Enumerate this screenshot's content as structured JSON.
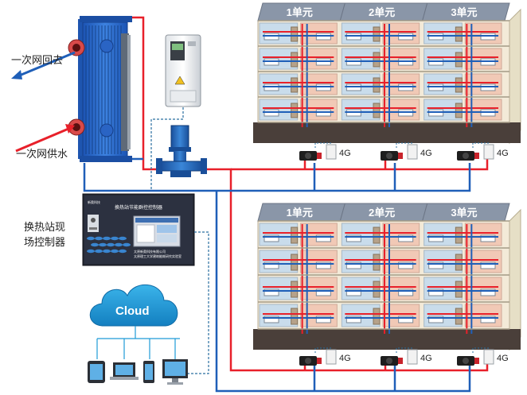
{
  "labels": {
    "primary_return": "一次网回去",
    "primary_supply": "一次网供水",
    "controller_line1": "换热站现",
    "controller_line2": "场控制器",
    "cloud": "Cloud",
    "net_tag": "4G"
  },
  "buildings": [
    {
      "units": [
        "1单元",
        "2单元",
        "3单元"
      ]
    },
    {
      "units": [
        "1单元",
        "2单元",
        "3单元"
      ]
    }
  ],
  "controller_panel": {
    "brand": "新奥科技",
    "title": "换热站节能群控控制器",
    "footer1": "太原新奥科技有限公司",
    "footer2": "太原理工大学建筑能耗研究实验室"
  },
  "colors": {
    "supply_pipe": "#e8202a",
    "return_pipe": "#1f5fb8",
    "heat_exchanger": "#2f6fd0",
    "building_unit_header": "#8a96a8",
    "cloud": "#1e9bd7",
    "signal_dash": "#2a6fa0"
  },
  "devices": [
    "laptop-icon",
    "tablet-icon",
    "smartphone-icon",
    "desktop-icon"
  ]
}
